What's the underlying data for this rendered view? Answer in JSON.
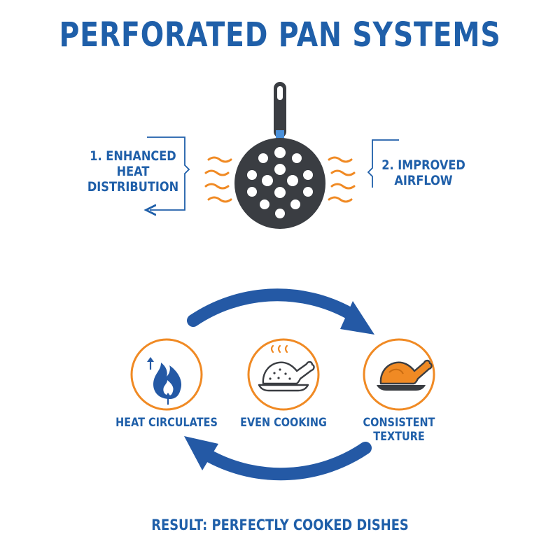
{
  "title": "PERFORATED PAN SYSTEMS",
  "benefits": [
    {
      "number": "1.",
      "lines": [
        "1. ENHANCED",
        "HEAT",
        "DISTRIBUTION"
      ]
    },
    {
      "number": "2.",
      "lines": [
        "2. IMPROVED",
        "AIRFLOW"
      ]
    }
  ],
  "cycle": {
    "steps": [
      {
        "label_lines": [
          "HEAT CIRCULATES"
        ],
        "icon": "flame-icon"
      },
      {
        "label_lines": [
          "EVEN COOKING"
        ],
        "icon": "cooked-chicken-icon"
      },
      {
        "label_lines": [
          "CONSISTENT",
          "TEXTURE"
        ],
        "icon": "roast-chicken-icon"
      }
    ]
  },
  "result": "RESULT: PERFECTLY COOKED DISHES",
  "colors": {
    "blue": "#1f5fa9",
    "orange": "#f08a24",
    "dark": "#3a3d42"
  }
}
